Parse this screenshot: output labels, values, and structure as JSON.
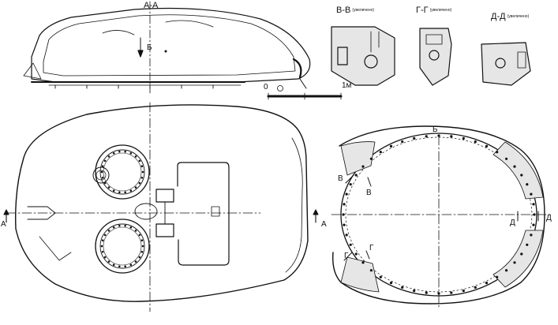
{
  "labels": {
    "section_a": "А-А",
    "section_b_top": "Б",
    "section_b_ring": "Б",
    "section_v": "В-В",
    "section_g": "Г-Г",
    "section_d": "Д-Д",
    "enlarged": "(увеличено)",
    "scale_zero": "0",
    "scale_one": "1м",
    "marker_a": "А",
    "marker_v": "В",
    "marker_g": "Г",
    "marker_d": "Д"
  }
}
